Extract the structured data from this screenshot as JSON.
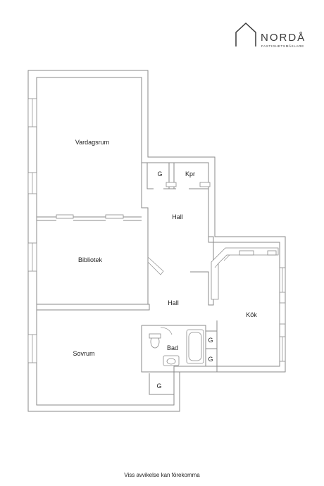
{
  "brand": {
    "name": "NORDÅ",
    "tagline": "FASTIGHETSMÄKLARE",
    "icon": "house-outline-icon"
  },
  "rooms": {
    "vardagsrum": "Vardagsrum",
    "bibliotek": "Bibliotek",
    "sovrum": "Sovrum",
    "kok": "Kök",
    "hall_upper": "Hall",
    "hall_lower": "Hall",
    "kpr": "Kpr",
    "bad": "Bad",
    "g_upper": "G",
    "g_kok_1": "G",
    "g_kok_2": "G",
    "g_lower": "G"
  },
  "disclaimer": "Viss avvikelse kan förekomma"
}
